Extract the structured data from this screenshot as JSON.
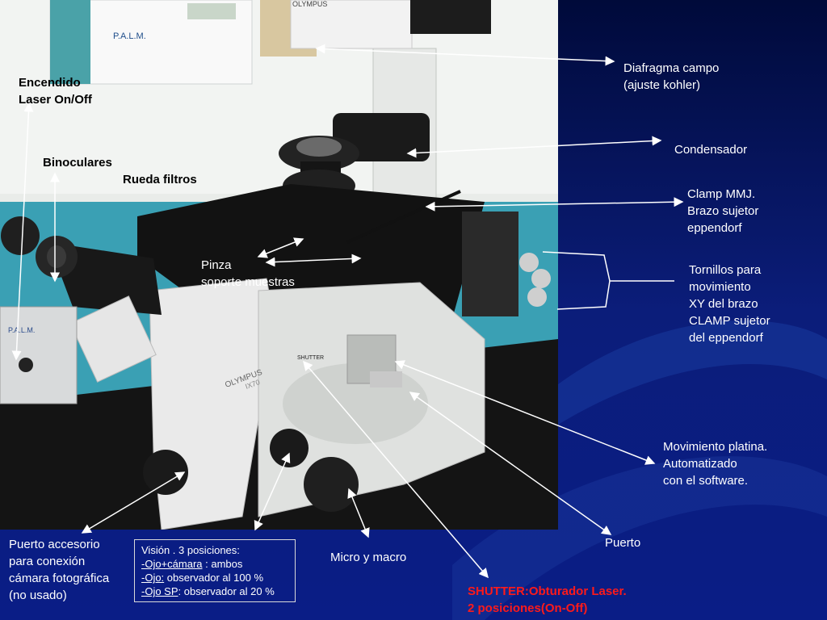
{
  "colors": {
    "background": "#0a1a6e",
    "label": "#ffffff",
    "shutter": "#ff1a1a"
  },
  "photo_text": {
    "brand_top": "OLYMPUS",
    "brand_body": "OLYMPUS",
    "model": "IX70",
    "palm_poster": "P.A.L.M.",
    "palm_box": "P.A.L.M.",
    "shutter_tag": "SHUTTER"
  },
  "labels": {
    "encendido": "Encendido\n Laser On/Off",
    "binoculares": "Binoculares",
    "rueda_filtros": "Rueda filtros",
    "pinza": "Pinza\nsoporte muestras",
    "diafragma": "Diafragma campo\n(ajuste kohler)",
    "condensador": "Condensador",
    "clamp": "Clamp MMJ.\nBrazo sujetor\neppendorf",
    "tornillos": "Tornillos para\n movimiento\nXY del brazo\n CLAMP sujetor\n del eppendorf",
    "movimiento": "Movimiento platina.\nAutomatizado\ncon el software.",
    "puerto": "Puerto",
    "micro_macro": "Micro y macro",
    "shutter": "SHUTTER:Obturador Laser.\n2 posiciones(On-Off)",
    "puerto_accesorio": "Puerto accesorio\npara conexión\ncámara fotográfica\n(no usado)"
  },
  "vision": {
    "title": "Visión . 3 posiciones:",
    "line1_key": "-Ojo+cámara",
    "line1_rest": " : ambos",
    "line2_key": "-Ojo:",
    "line2_rest": " observador al 100 %",
    "line3_key": "-Ojo SP",
    "line3_rest": ": observador al 20 %"
  }
}
